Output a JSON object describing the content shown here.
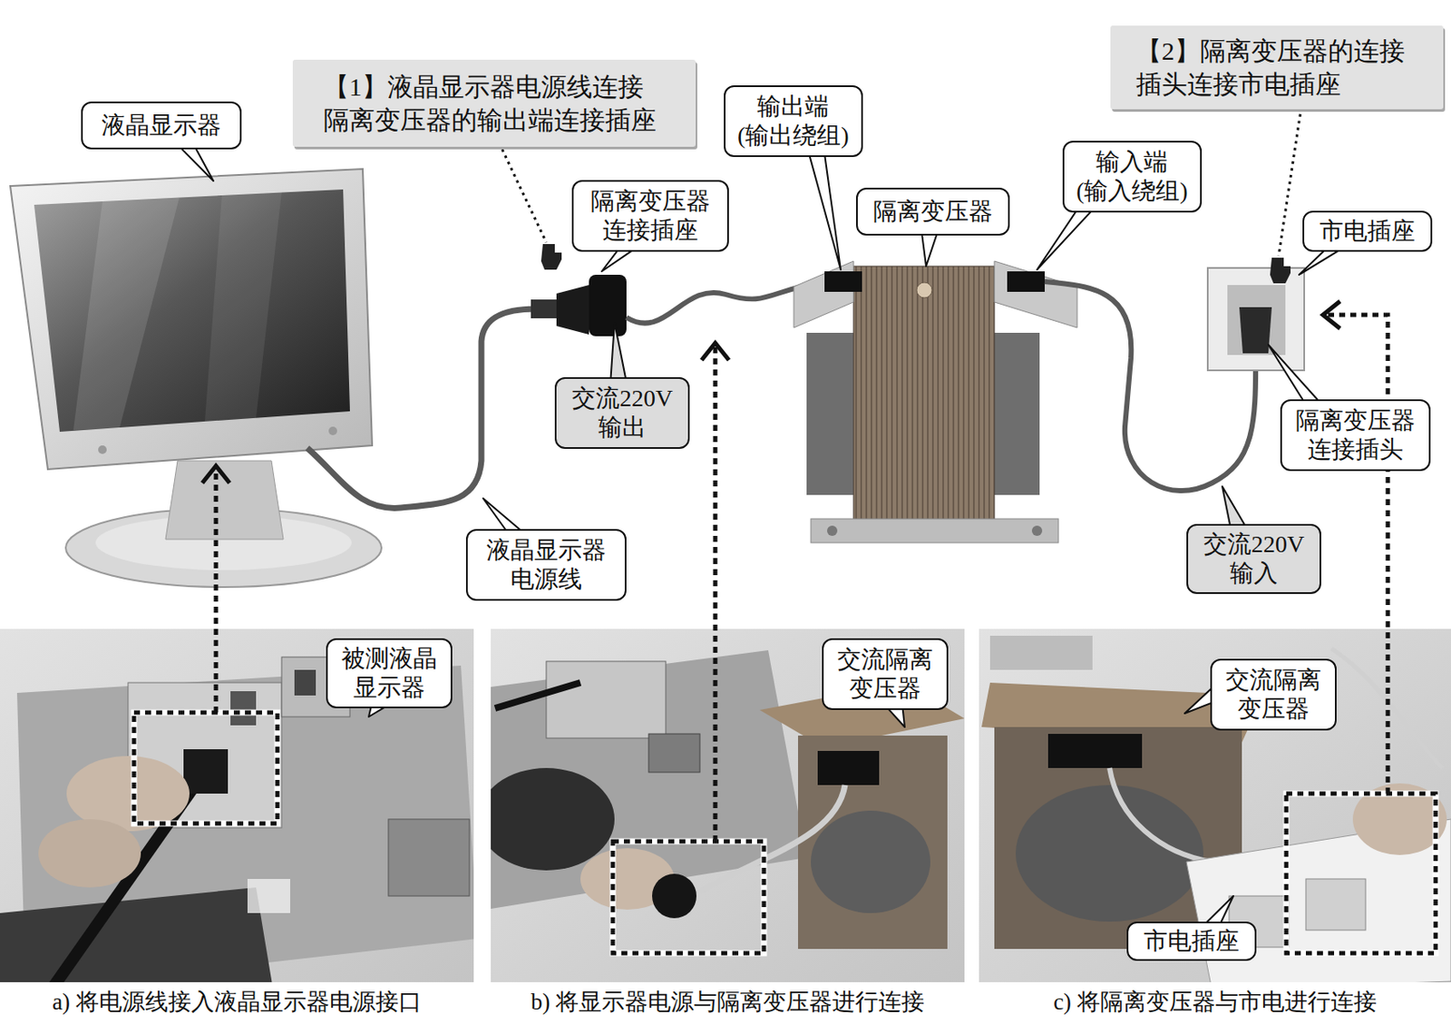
{
  "diagram": {
    "nodes": [
      {
        "text": [
          "液晶显示器"
        ]
      },
      {
        "text": [
          "【1】液晶显示器电源线连接 隔离变压器的输出端连接插座"
        ]
      },
      {
        "text": [
          "输出端 (输出绕组)"
        ]
      },
      {
        "text": [
          "隔离变压器 连接插座"
        ]
      },
      {
        "text": [
          "隔离变压器"
        ]
      },
      {
        "text": [
          "输入端 (输入绕组)"
        ]
      },
      {
        "text": [
          "【2】隔离变压器的连接 插头连接市电插座"
        ]
      },
      {
        "text": [
          "市电插座"
        ]
      },
      {
        "text": [
          "交流220V 输出"
        ]
      },
      {
        "text": [
          "隔离变压器 连接插头"
        ]
      },
      {
        "text": [
          "液晶显示器 电源线"
        ]
      },
      {
        "text": [
          "交流220V 输入"
        ]
      },
      {
        "text": [
          "被测液晶 显示器"
        ]
      },
      {
        "text": [
          "交流隔离 变压器"
        ]
      },
      {
        "text": [
          "交流隔离 变压器"
        ]
      },
      {
        "text": [
          "市电插座"
        ]
      }
    ],
    "labels": [
      "a) 将电源线接入液晶显示器电源接口",
      "b) 将显示器电源与隔离变压器进行连接",
      "c) 将隔离变压器与市电进行连接"
    ]
  }
}
